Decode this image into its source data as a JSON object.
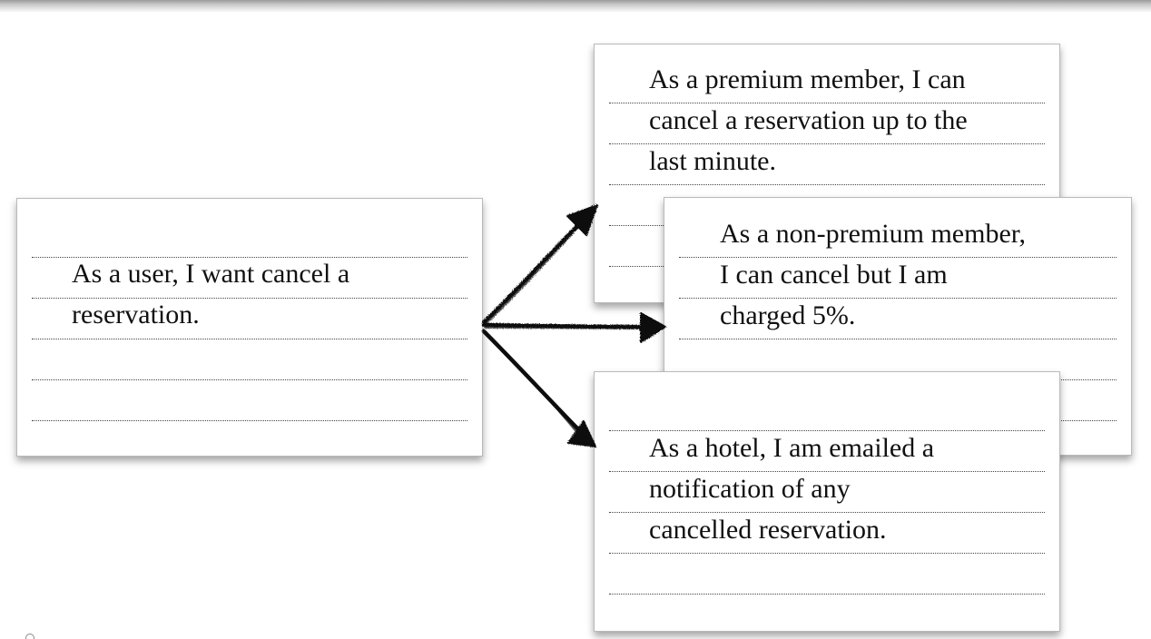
{
  "diagram": {
    "cards": [
      {
        "id": "user",
        "lines": [
          "As a user, I want cancel a",
          "reservation."
        ]
      },
      {
        "id": "premium",
        "lines": [
          "As a premium member, I can",
          "cancel a reservation up to the",
          "last minute."
        ]
      },
      {
        "id": "nonpremium",
        "lines": [
          "As a non-premium member,",
          "I can cancel but I am",
          "charged 5%."
        ]
      },
      {
        "id": "hotel",
        "lines": [
          "As a hotel, I am emailed a",
          "notification of any",
          "cancelled reservation."
        ]
      }
    ],
    "arrows": [
      {
        "from": "user",
        "to": "premium"
      },
      {
        "from": "user",
        "to": "nonpremium"
      },
      {
        "from": "user",
        "to": "hotel"
      }
    ]
  }
}
